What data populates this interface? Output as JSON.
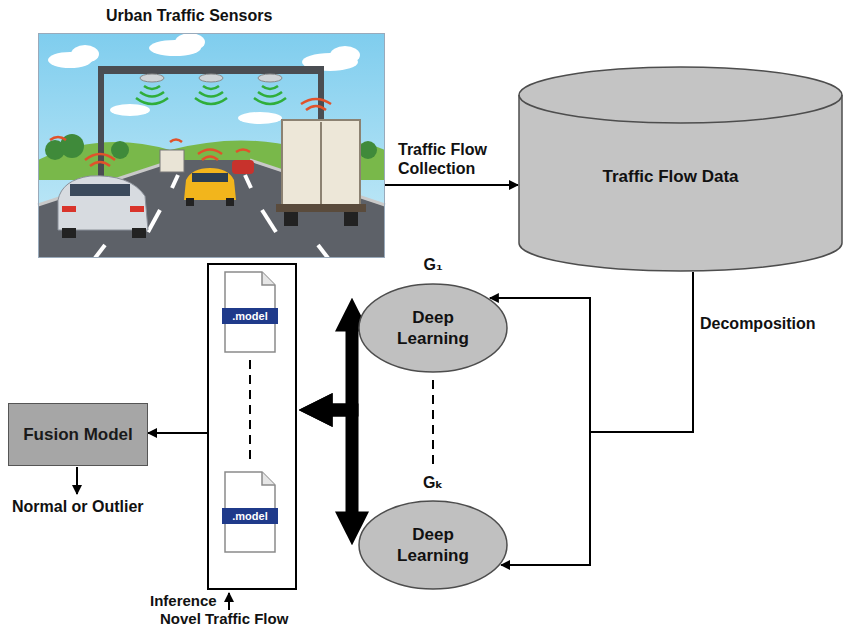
{
  "diagram": {
    "nodes": [
      {
        "text": [
          "Urban Traffic Sensors"
        ]
      },
      {
        "text": [
          "Traffic Flow Data"
        ]
      },
      {
        "text": [
          "G₁",
          "Deep Learning"
        ]
      },
      {
        "text": [
          "Gₖ",
          "Deep Learning"
        ]
      },
      {
        "text": [
          ".model",
          ".model",
          "Inference"
        ]
      },
      {
        "text": [
          "Fusion Model"
        ]
      }
    ],
    "edges": [
      {
        "from": 0,
        "to": 1,
        "arrow": "to",
        "label": "Traffic Flow Collection"
      },
      {
        "from": 1,
        "to": 2,
        "arrow": "to",
        "label": "Decomposition"
      },
      {
        "from": 1,
        "to": 3,
        "arrow": "to"
      },
      {
        "from": 2,
        "to": 4,
        "arrow": "both"
      },
      {
        "from": 3,
        "to": 4,
        "arrow": "both"
      },
      {
        "from": 4,
        "to": 5,
        "arrow": "to"
      }
    ],
    "labels": [
      "Normal or Outlier",
      "Novel Traffic Flow"
    ]
  }
}
